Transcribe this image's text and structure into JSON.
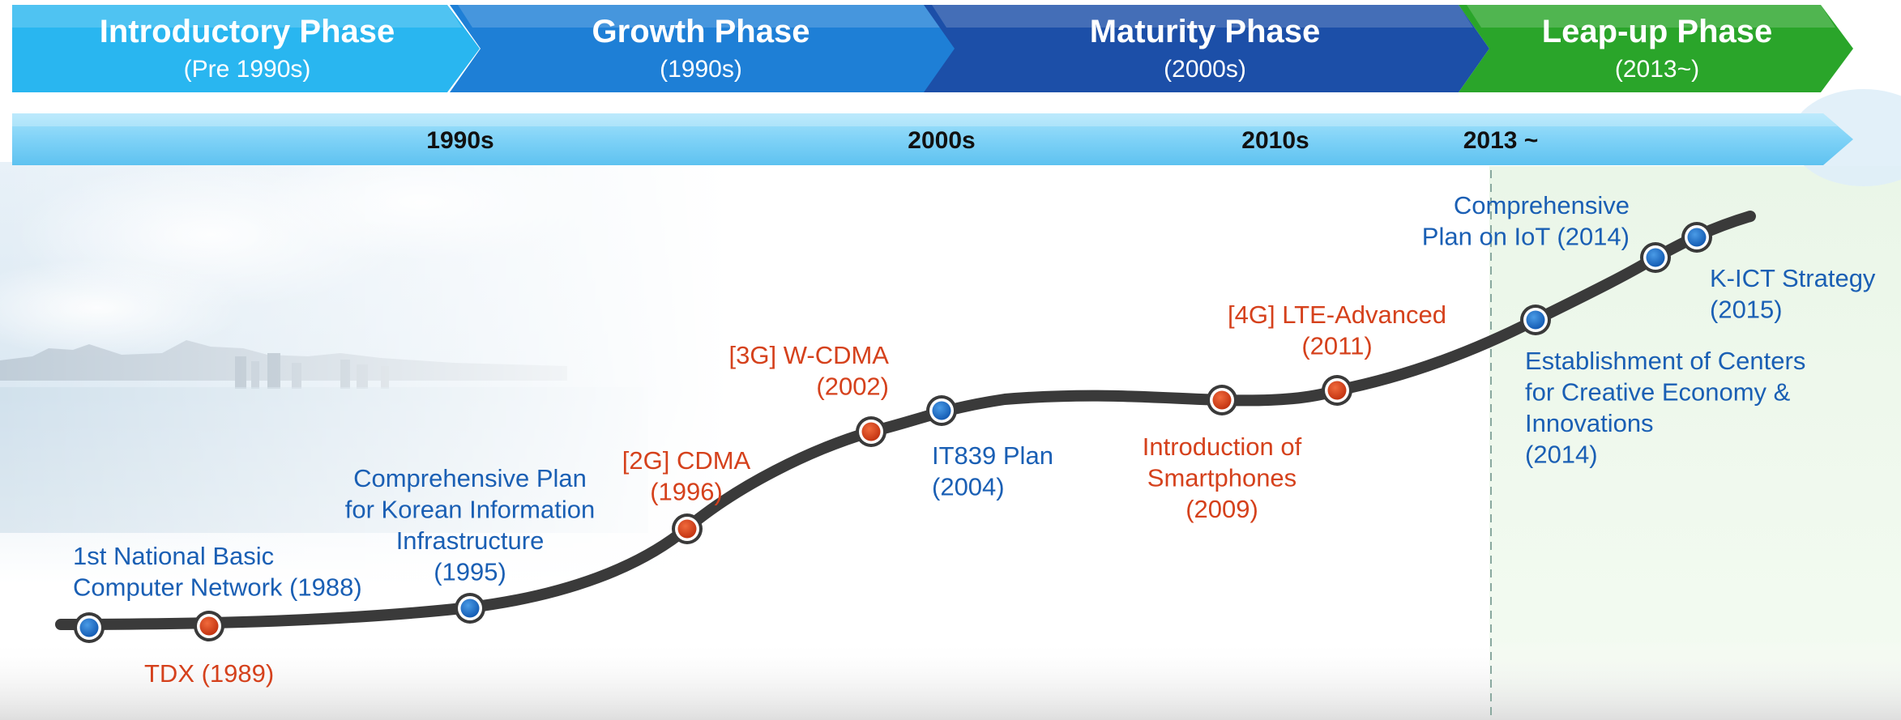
{
  "phases": [
    {
      "title": "Introductory Phase",
      "sub": "(Pre 1990s)",
      "color": "#29b6f0"
    },
    {
      "title": "Growth Phase",
      "sub": "(1990s)",
      "color": "#1e7fd6"
    },
    {
      "title": "Maturity Phase",
      "sub": "(2000s)",
      "color": "#1c4fa8"
    },
    {
      "title": "Leap-up Phase",
      "sub": "(2013~)",
      "color": "#2aa52a"
    }
  ],
  "eras": [
    "1990s",
    "2000s",
    "2010s",
    "2013 ~"
  ],
  "events": [
    {
      "lines": [
        "1st National Basic",
        "Computer Network (1988)"
      ],
      "color": "blue"
    },
    {
      "lines": [
        "TDX (1989)"
      ],
      "color": "red"
    },
    {
      "lines": [
        "Comprehensive Plan",
        "for Korean Information",
        "Infrastructure",
        "(1995)"
      ],
      "color": "blue"
    },
    {
      "lines": [
        "[2G] CDMA",
        "(1996)"
      ],
      "color": "red"
    },
    {
      "lines": [
        "[3G] W-CDMA",
        "(2002)"
      ],
      "color": "red"
    },
    {
      "lines": [
        "IT839 Plan",
        "(2004)"
      ],
      "color": "blue"
    },
    {
      "lines": [
        "Introduction of",
        "Smartphones",
        "(2009)"
      ],
      "color": "red"
    },
    {
      "lines": [
        "[4G] LTE-Advanced",
        "(2011)"
      ],
      "color": "red"
    },
    {
      "lines": [
        "Establishment of Centers",
        "for Creative Economy &",
        "Innovations",
        "(2014)"
      ],
      "color": "blue"
    },
    {
      "lines": [
        "Comprehensive",
        "Plan on IoT (2014)"
      ],
      "color": "blue"
    },
    {
      "lines": [
        "K-ICT Strategy",
        "(2015)"
      ],
      "color": "blue"
    }
  ],
  "colors": {
    "blue_dot": "#1a6cc4",
    "red_dot": "#d5411c",
    "curve": "#3a3a3a",
    "timeline_bar": "#7fd2f7"
  }
}
